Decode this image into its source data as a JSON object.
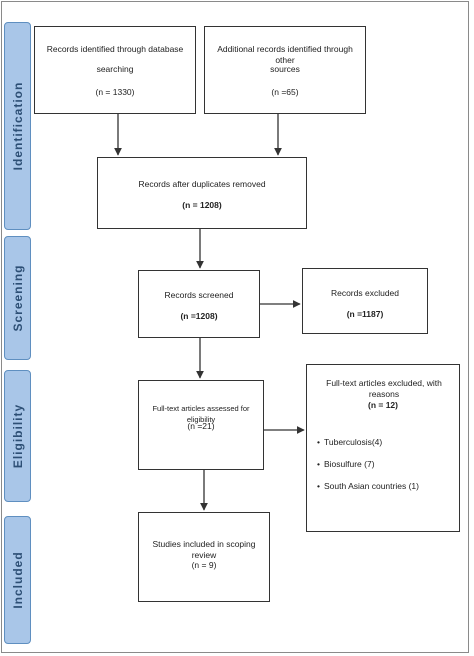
{
  "phases": {
    "identification": "Identification",
    "screening": "Screening",
    "eligibility": "Eligibility",
    "included": "Included"
  },
  "boxes": {
    "database": {
      "line1": "Records identified through database",
      "line2": "searching",
      "count": "(n = 1330)"
    },
    "other_sources": {
      "line1": "Additional records identified through other",
      "line2": "sources",
      "count": "(n =65)"
    },
    "after_duplicates": {
      "line1": "Records after duplicates removed",
      "count": "(n = 1208)"
    },
    "screened": {
      "line1": "Records screened",
      "count": "(n =1208)"
    },
    "excluded": {
      "line1": "Records excluded",
      "count": "(n =1187)"
    },
    "fulltext": {
      "line1": "Full-text articles assessed for eligibility",
      "count": "(n =21)"
    },
    "fulltext_excluded": {
      "line1": "Full-text articles excluded, with reasons",
      "count": "(n = 12)",
      "reasons": [
        "Tuberculosis(4)",
        "Biosulfure (7)",
        "South Asian countries (1)"
      ]
    },
    "included": {
      "line1": "Studies included in scoping review",
      "count": "(n = 9)"
    }
  }
}
